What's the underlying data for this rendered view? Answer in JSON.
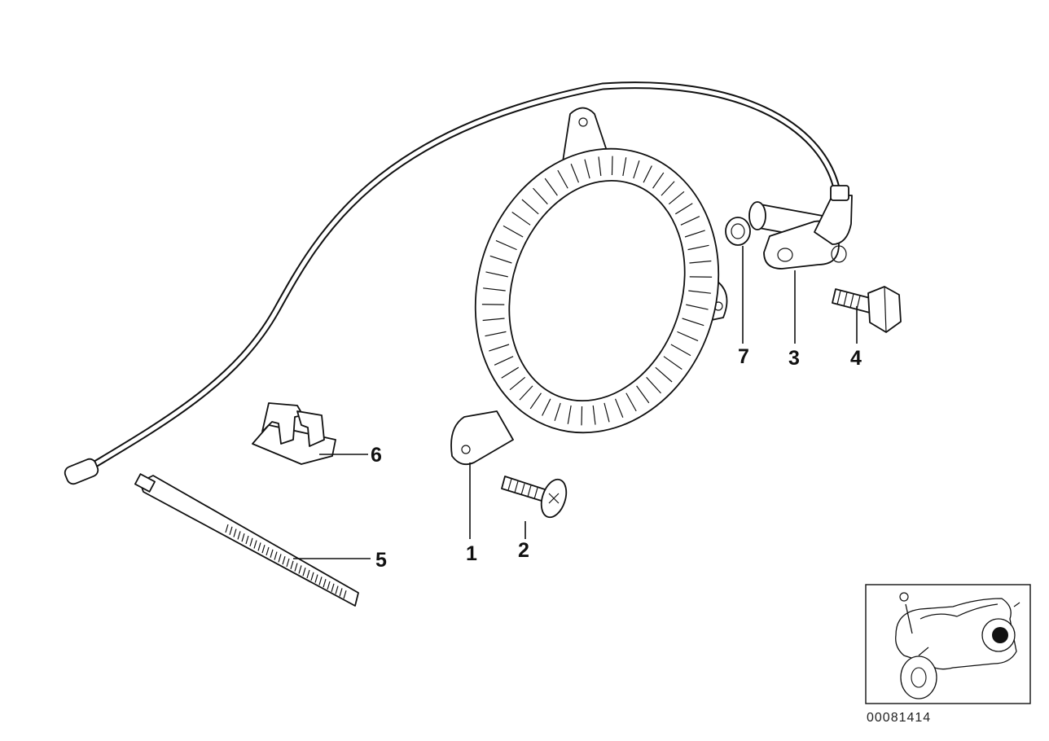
{
  "diagram": {
    "callouts": [
      {
        "id": "1",
        "label": "1"
      },
      {
        "id": "2",
        "label": "2"
      },
      {
        "id": "3",
        "label": "3"
      },
      {
        "id": "4",
        "label": "4"
      },
      {
        "id": "5",
        "label": "5"
      },
      {
        "id": "6",
        "label": "6"
      },
      {
        "id": "7",
        "label": "7"
      }
    ],
    "drawing_number": "00081414"
  }
}
